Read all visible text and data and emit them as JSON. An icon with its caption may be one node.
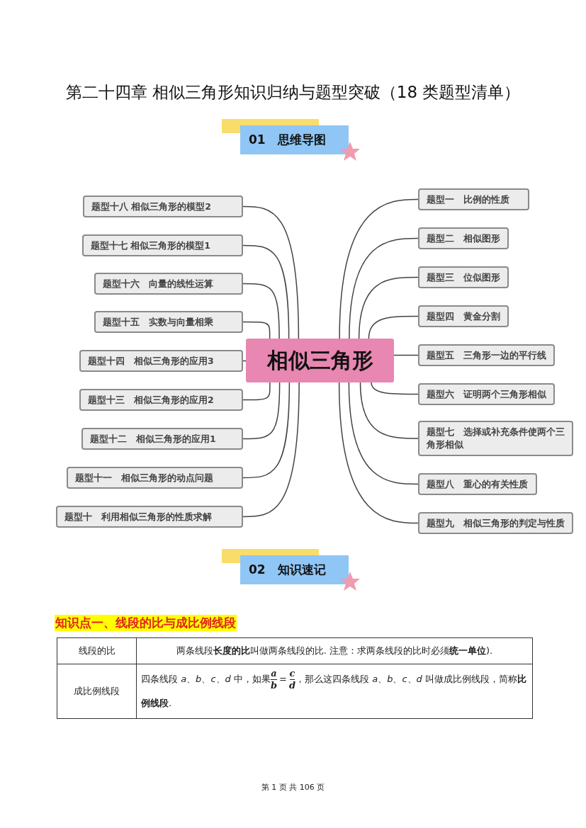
{
  "diagram": {
    "title": "第二十四章 相似三角形知识归纳与题型突破（18 类题型清单）",
    "nodes": [
      {
        "text": [
          "相似三角形"
        ]
      },
      {
        "text": [
          "题型一　比例的性质"
        ]
      },
      {
        "text": [
          "题型二　相似图形"
        ]
      },
      {
        "text": [
          "题型三　位似图形"
        ]
      },
      {
        "text": [
          "题型四　黄金分割"
        ]
      },
      {
        "text": [
          "题型五　三角形一边的平行线"
        ]
      },
      {
        "text": [
          "题型六　证明两个三角形相似"
        ]
      },
      {
        "text": [
          "题型七　选择或补充条件使两个三角形相似"
        ]
      },
      {
        "text": [
          "题型八　重心的有关性质"
        ]
      },
      {
        "text": [
          "题型九　相似三角形的判定与性质"
        ]
      },
      {
        "text": [
          "题型十八  相似三角形的模型2"
        ]
      },
      {
        "text": [
          "题型十七  相似三角形的模型1"
        ]
      },
      {
        "text": [
          "题型十六　向量的线性运算"
        ]
      },
      {
        "text": [
          "题型十五　实数与向量相乘"
        ]
      },
      {
        "text": [
          "题型十四　相似三角形的应用3"
        ]
      },
      {
        "text": [
          "题型十三　相似三角形的应用2"
        ]
      },
      {
        "text": [
          "题型十二　相似三角形的应用1"
        ]
      },
      {
        "text": [
          "题型十一　相似三角形的动点问题"
        ]
      },
      {
        "text": [
          "题型十　利用相似三角形的性质求解"
        ]
      }
    ],
    "edges": [
      {
        "from": 0,
        "to": 1,
        "arrow": "none"
      },
      {
        "from": 0,
        "to": 2,
        "arrow": "none"
      },
      {
        "from": 0,
        "to": 3,
        "arrow": "none"
      },
      {
        "from": 0,
        "to": 4,
        "arrow": "none"
      },
      {
        "from": 0,
        "to": 5,
        "arrow": "none"
      },
      {
        "from": 0,
        "to": 6,
        "arrow": "none"
      },
      {
        "from": 0,
        "to": 7,
        "arrow": "none"
      },
      {
        "from": 0,
        "to": 8,
        "arrow": "none"
      },
      {
        "from": 0,
        "to": 9,
        "arrow": "none"
      },
      {
        "from": 0,
        "to": 10,
        "arrow": "none"
      },
      {
        "from": 0,
        "to": 11,
        "arrow": "none"
      },
      {
        "from": 0,
        "to": 12,
        "arrow": "none"
      },
      {
        "from": 0,
        "to": 13,
        "arrow": "none"
      },
      {
        "from": 0,
        "to": 14,
        "arrow": "none"
      },
      {
        "from": 0,
        "to": 15,
        "arrow": "none"
      },
      {
        "from": 0,
        "to": 16,
        "arrow": "none"
      },
      {
        "from": 0,
        "to": 17,
        "arrow": "none"
      },
      {
        "from": 0,
        "to": 18,
        "arrow": "none"
      }
    ],
    "labels": [
      "01　思维导图",
      "02　知识速记",
      "知识点一、线段的比与成比例线段",
      "线段的比",
      "两条线段**长度的比**叫做两条线段的比. 注意：求两条线段的比时必须**统一单位**).",
      "成比例线段",
      "四条线段 *a*、*b*、*c*、*d* 中，如果",
      "a",
      "b",
      "=",
      "c",
      "d",
      "，那么这四条线段 *a*、*b*、*c*、*d* 叫做成比例线段，简称**比例线段**.",
      "第 1 页 共 106 页"
    ]
  }
}
